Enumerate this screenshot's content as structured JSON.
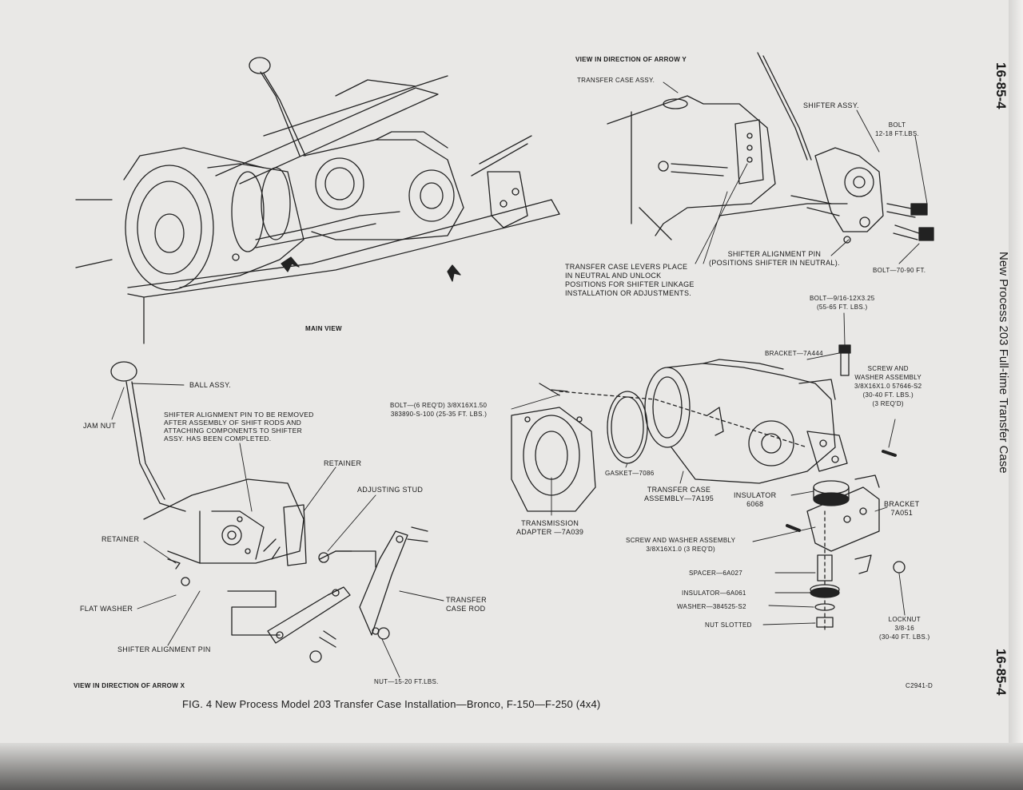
{
  "side": {
    "page_top": "16-85-4",
    "page_bottom": "16-85-4",
    "title": "New Process 203 Full-time Transfer Case"
  },
  "caption": "FIG. 4 New Process Model 203 Transfer Case Installation—Bronco, F-150—F-250 (4x4)",
  "figure_code": "C2941-D",
  "labels": {
    "view_arrow_y": "VIEW IN DIRECTION OF ARROW Y",
    "transfer_case_assy": "TRANSFER CASE ASSY.",
    "shifter_assy": "SHIFTER ASSY.",
    "bolt_12_18": "BOLT\n12-18 FT.LBS.",
    "shifter_alignment_pin_neutral": "SHIFTER ALIGNMENT PIN\n(POSITIONS SHIFTER IN NEUTRAL).",
    "bolt_70_90": "BOLT—70-90 FT.",
    "levers_note": "TRANSFER CASE LEVERS PLACE\nIN NEUTRAL AND UNLOCK\nPOSITIONS FOR SHIFTER LINKAGE\nINSTALLATION OR ADJUSTMENTS.",
    "main_view": "MAIN VIEW",
    "bolt_9_16": "BOLT—9/16-12x3.25\n(55-65 FT. LBS.)",
    "bracket_7a444": "BRACKET—7A444",
    "screw_washer_assembly": "SCREW AND\nWASHER ASSEMBLY\n3/8x16x1.0 57646-S2\n(30-40 FT. LBS.)\n(3 REQ'D)",
    "ball_assy": "BALL ASSY.",
    "jam_nut": "JAM NUT",
    "shifter_pin_note": "SHIFTER ALIGNMENT PIN TO BE REMOVED\nAFTER ASSEMBLY OF SHIFT RODS AND\nATTACHING COMPONENTS TO SHIFTER\nASSY. HAS BEEN COMPLETED.",
    "bolt_6_reqd": "BOLT—(6 REQ'D) 3/8x16x1.50\n383890-S-100 (25-35 FT. LBS.)",
    "retainer_top": "RETAINER",
    "adjusting_stud": "ADJUSTING STUD",
    "gasket": "GASKET—7086",
    "transfer_case_assembly": "TRANSFER CASE\nASSEMBLY—7A195",
    "insulator_6068": "INSULATOR\n6068",
    "bracket_7a051": "BRACKET\n7A051",
    "transmission_adapter": "TRANSMISSION\nADAPTER —7A039",
    "retainer_left": "RETAINER",
    "screw_washer_small": "SCREW AND WASHER ASSEMBLY\n3/8x16x1.0 (3 REQ'D)",
    "spacer": "SPACER—6A027",
    "insulator_6a061": "INSULATOR—6A061",
    "washer": "WASHER—384525-S2",
    "nut_slotted": "NUT SLOTTED",
    "locknut": "LOCKNUT\n3/8-16\n(30-40 FT. LBS.)",
    "flat_washer": "FLAT WASHER",
    "transfer_case_rod": "TRANSFER\nCASE ROD",
    "shifter_alignment_pin": "SHIFTER ALIGNMENT PIN",
    "nut_15_20": "NUT—15-20 FT.LBS.",
    "view_arrow_x": "VIEW IN DIRECTION OF ARROW X"
  }
}
